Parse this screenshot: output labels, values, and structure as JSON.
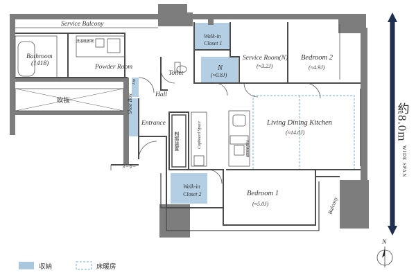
{
  "rooms": {
    "service_balcony": "Service Balcony",
    "bathroom": "Bathroom",
    "bathroom_size": "(1418)",
    "powder_room": "Powder Room",
    "fukinuke": "吹抜",
    "toilet": "Toilet",
    "hall": "Hall",
    "shoe_box": "Shoe Box",
    "entrance": "Entrance",
    "walk_in_closet_1_a": "Walk-in",
    "walk_in_closet_1_b": "Closet 1",
    "n_room": "N",
    "n_room_size": "(≈0.8J)",
    "service_room": "Service Room(N)",
    "service_room_size": "(≈3.2J)",
    "bedroom2": "Bedroom 2",
    "bedroom2_size": "(≈4.9J)",
    "ldk": "Living Dining Kitchen",
    "ldk_size": "(≈14.0J)",
    "bedroom1": "Bedroom 1",
    "bedroom1_size": "(≈5.0J)",
    "walk_in_closet_2_a": "Walk-in",
    "walk_in_closet_2_b": "Closet 2",
    "balcony": "Balcony",
    "cupboard_space": "Cupboard Space",
    "mechanical": "制振装置",
    "lin": "Lin",
    "wash_label": "洗濯機置場",
    "fridge_label": "冷蔵庫置場",
    "meter_label": "メーター"
  },
  "dimension": {
    "span": "約8.0m",
    "span_label": "WIDE SPAN"
  },
  "compass": {
    "north": "N"
  },
  "legend": {
    "storage": "収納",
    "floor_heating": "床暖房",
    "storage_color": "#a9c7df",
    "floor_heating_color": "#7aaed6"
  },
  "colors": {
    "wall": "#7d7d7d",
    "arrow": "#1f2f4f",
    "storage_fill": "#b4cfe3"
  }
}
